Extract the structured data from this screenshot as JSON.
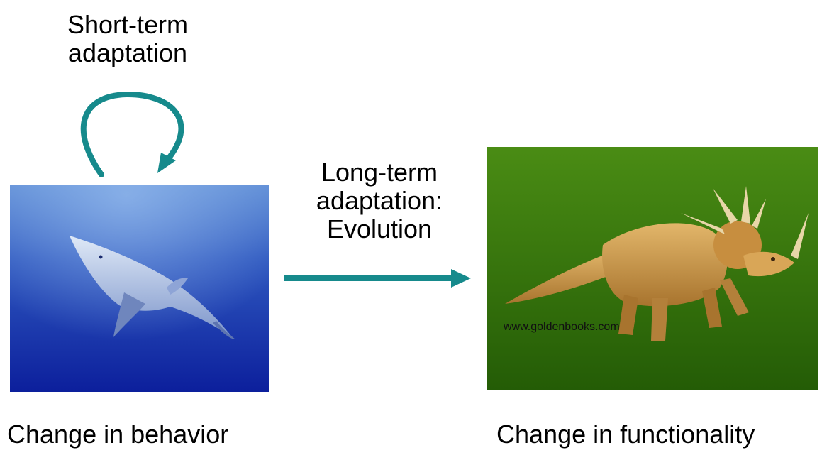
{
  "labels": {
    "short_term": [
      "Short-term",
      "adaptation"
    ],
    "long_term": [
      "Long-term",
      "adaptation:",
      "Evolution"
    ],
    "left_caption": "Change in behavior",
    "right_caption": "Change in functionality",
    "watermark": "www.goldenbooks.com"
  },
  "images": {
    "left": "shark-photo",
    "right": "dinosaur-illustration"
  },
  "colors": {
    "arrow": "#168a8c",
    "ocean_top": "#5b8ad4",
    "ocean_bottom": "#0c1f9c",
    "green_top": "#4a8c14",
    "green_bottom": "#245c06"
  }
}
